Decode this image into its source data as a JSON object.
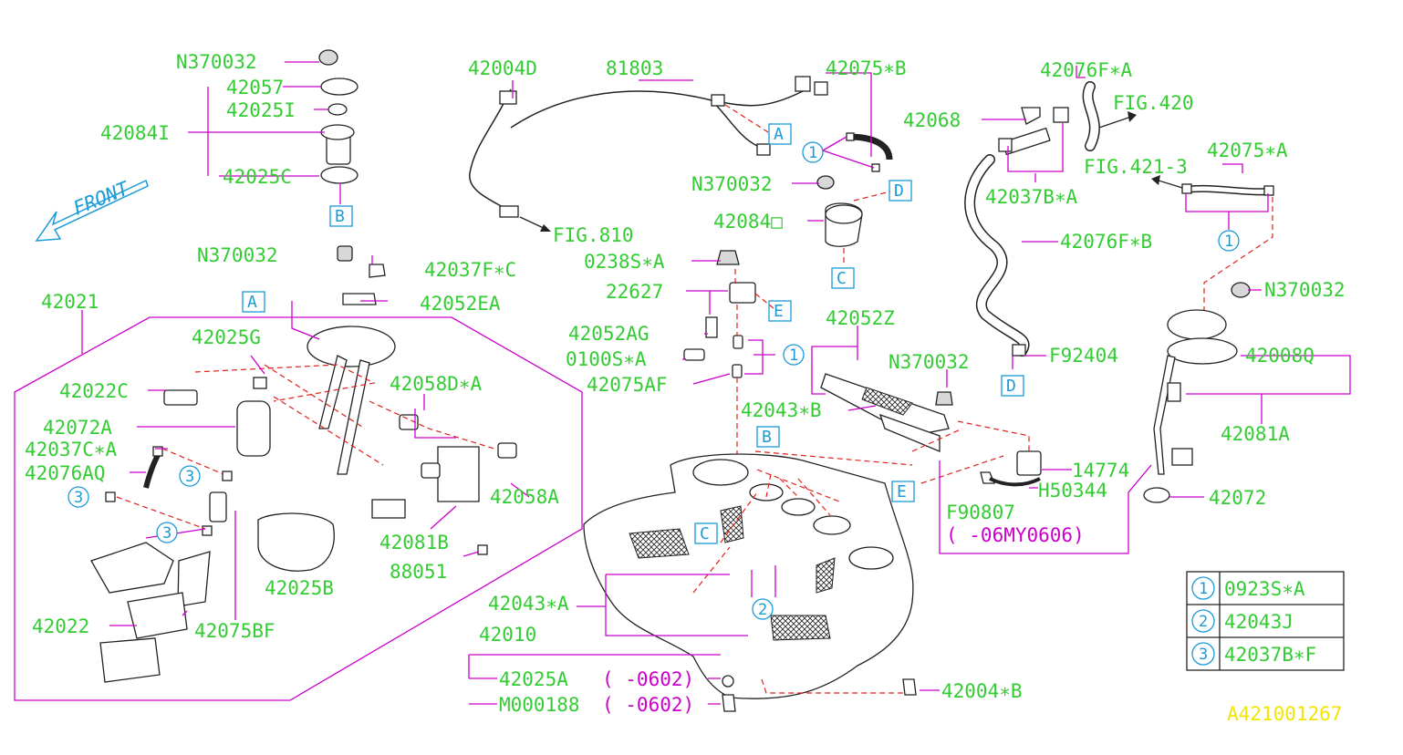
{
  "diagram_id": "A421001267",
  "front_label": "FRONT",
  "parts": {
    "n370032_a": "N370032",
    "p42057": "42057",
    "p42025I": "42025I",
    "p42084I": "42084I",
    "p42025C": "42025C",
    "p42004D": "42004D",
    "p81803": "81803",
    "p42075B": "42075∗B",
    "p42076FA": "42076F∗A",
    "p42068": "42068",
    "fig420": "FIG.420",
    "fig421_3": "FIG.421-3",
    "p42075A": "42075∗A",
    "n370032_b": "N370032",
    "p42037BA": "42037B∗A",
    "p42084O": "42084□",
    "fig810": "FIG.810",
    "p42076FB": "42076F∗B",
    "n370032_c": "N370032",
    "p42037FC": "42037F∗C",
    "p0238SA": "0238S∗A",
    "p42052EA": "42052EA",
    "p22627": "22627",
    "n370032_d": "N370032",
    "p42021": "42021",
    "p42052Z": "42052Z",
    "p42025G": "42025G",
    "p42052AG": "42052AG",
    "p0100SA": "0100S∗A",
    "p42075AF": "42075AF",
    "n370032_e": "N370032",
    "p92404": "F92404",
    "p42008Q": "42008Q",
    "p42022C": "42022C",
    "p42058DA": "42058D∗A",
    "p42043B": "42043∗B",
    "p42072A": "42072A",
    "p42037CA": "42037C∗A",
    "p42081A": "42081A",
    "p42076AQ": "42076AQ",
    "p14774": "14774",
    "p42058A": "42058A",
    "pH50344": "H50344",
    "pF90807": "F90807",
    "p06my0606": "( -06MY0606)",
    "p42072": "42072",
    "p42081B": "42081B",
    "p88051": "88051",
    "p42025B": "42025B",
    "p42043A": "42043∗A",
    "p42022": "42022",
    "p42075BF": "42075BF",
    "p42010": "42010",
    "p42025A": "42025A",
    "pM000188": "M000188",
    "p0602_a": "( -0602)",
    "p0602_b": "( -0602)",
    "p42004B": "42004∗B"
  },
  "ref_boxes": {
    "A": "A",
    "B": "B",
    "C": "C",
    "D": "D",
    "E": "E"
  },
  "legend": [
    {
      "mark": "1",
      "part": "0923S∗A"
    },
    {
      "mark": "2",
      "part": "42043J"
    },
    {
      "mark": "3",
      "part": "42037B∗F"
    }
  ],
  "colors": {
    "part_number": "#33cc33",
    "leader_line": "#cc00cc",
    "reference_marker": "#1a9bd7",
    "dashed_assembly": "#e0201a",
    "diagram_id": "#f2e600"
  }
}
